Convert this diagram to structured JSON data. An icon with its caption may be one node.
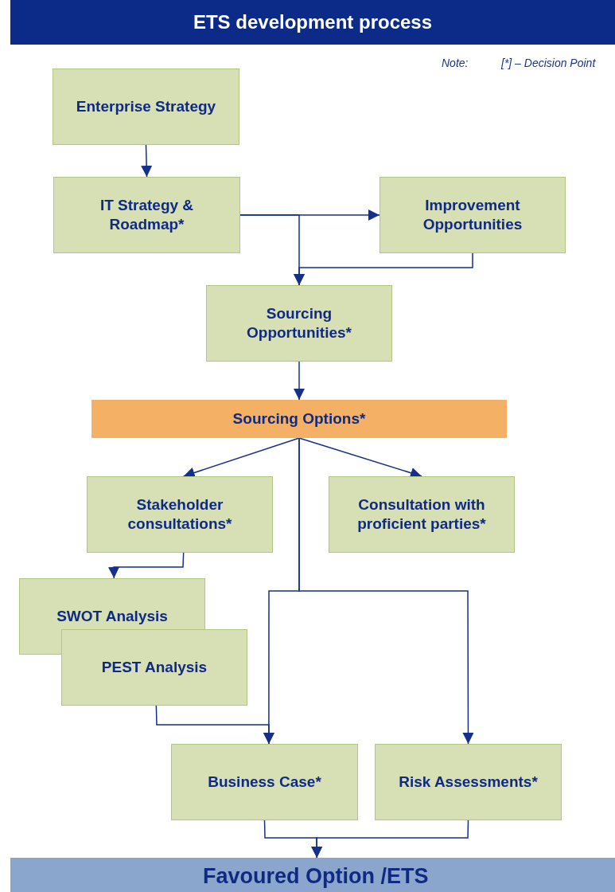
{
  "diagram": {
    "title": "ETS development process",
    "nodes": [
      {
        "text": [
          "Enterprise Strategy"
        ]
      },
      {
        "text": [
          "IT Strategy & Roadmap*"
        ]
      },
      {
        "text": [
          "Improvement Opportunities"
        ]
      },
      {
        "text": [
          "Sourcing Opportunities*"
        ]
      },
      {
        "text": [
          "Sourcing Options*"
        ]
      },
      {
        "text": [
          "Stakeholder consultations*"
        ]
      },
      {
        "text": [
          "Consultation with proficient parties*"
        ]
      },
      {
        "text": [
          "SWOT Analysis"
        ]
      },
      {
        "text": [
          "PEST Analysis"
        ]
      },
      {
        "text": [
          "Business Case*"
        ]
      },
      {
        "text": [
          "Risk Assessments*"
        ]
      },
      {
        "text": [
          "Favoured Option /ETS"
        ]
      }
    ],
    "edges": [
      {
        "from": 0,
        "to": 1,
        "arrow": "to"
      },
      {
        "from": 1,
        "to": 2,
        "arrow": "to"
      },
      {
        "from": 1,
        "to": 3,
        "arrow": "to"
      },
      {
        "from": 2,
        "to": 3,
        "arrow": "to"
      },
      {
        "from": 3,
        "to": 4,
        "arrow": "to"
      },
      {
        "from": 4,
        "to": 5,
        "arrow": "to"
      },
      {
        "from": 4,
        "to": 6,
        "arrow": "to"
      },
      {
        "from": 4,
        "to": 9,
        "arrow": "to"
      },
      {
        "from": 4,
        "to": 10,
        "arrow": "to"
      },
      {
        "from": 5,
        "to": 7,
        "arrow": "to"
      },
      {
        "from": 8,
        "to": 9,
        "arrow": "to"
      },
      {
        "from": 9,
        "to": 11,
        "arrow": "to"
      },
      {
        "from": 10,
        "to": 11,
        "arrow": "to"
      }
    ],
    "labels": [
      "Note:",
      "[*] – Decision Point"
    ]
  }
}
